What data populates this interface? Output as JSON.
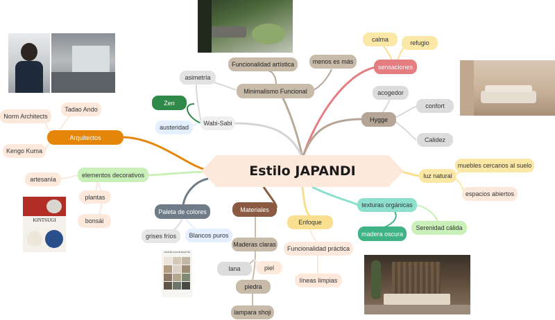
{
  "title": "Estilo JAPANDI",
  "branches": {
    "arquitectos": "Arquitectos",
    "tadao": "Tadao Ando",
    "norm": "Norm Architects",
    "kengo": "Kengo Kuma",
    "wabisabi": "Wabi-Sabi",
    "asimetria": "asimetría",
    "zen": "Zen",
    "austeridad": "austeridad",
    "minimalismo": "Minimalismo Funcional",
    "funcionalidad_artistica": "Funcionalidad artística",
    "menos_es_mas": "menos es más",
    "sensaciones": "sensaciones",
    "calma": "calma",
    "refugio": "refugio",
    "hygge": "Hygge",
    "acogedor": "acogedor",
    "confort": "confort",
    "calidez": "Calidez",
    "luz_natural": "luz natural",
    "muebles": "muebles cercanos al suelo",
    "espacios": "espacios abiertos",
    "texturas": "texturas orgánicas",
    "madera_oscura": "madera oscura",
    "serenidad": "Serenidad cálida",
    "elementos": "elementos decorativos",
    "artesania": "artesanía",
    "plantas": "plantas",
    "bonsai": "bonsái",
    "paleta": "Paleta de colores",
    "grises": "grises fríos",
    "blancos": "Blancos puros",
    "materiales": "Materiales",
    "maderas": "Maderas claras",
    "lana": "lana",
    "piel": "piel",
    "piedra": "piedra",
    "lampara": "lampara shoji",
    "enfoque": "Enfoque",
    "funcionalidad_practica": "Funcionalidad práctica",
    "lineas": "líneas limpias"
  },
  "images": {
    "kintsugi_title": "KINTSUGI",
    "palette_title": "JAPANDI COLOR PALETTE"
  },
  "colors": {
    "orange": "#e5860a",
    "green": "#2f8a4a",
    "pink": "#e57d80",
    "tan": "#b4a596",
    "yellow": "#f9df8f",
    "teal": "#8fdfcf",
    "slate": "#6f7c88",
    "brown": "#8a5a42"
  }
}
